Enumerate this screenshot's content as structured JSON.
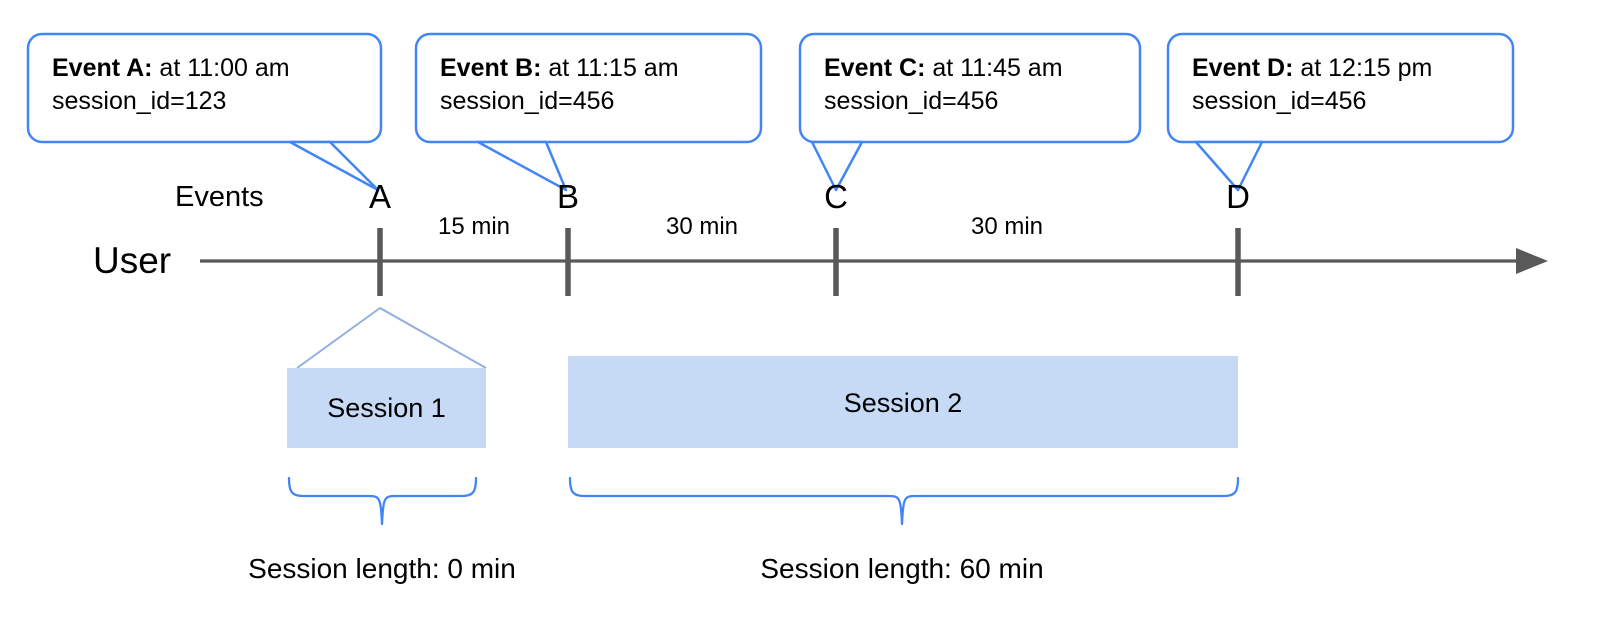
{
  "diagram": {
    "title_row": {
      "events_label": "Events",
      "user_label": "User"
    },
    "colors": {
      "callout_border": "#4285f4",
      "callout_fill": "#ffffff",
      "session_fill": "#c6d9f5",
      "session_edge": "#8fb0e0",
      "axis": "#595959",
      "tick": "#595959",
      "brace": "#4285f4",
      "text": "#000000"
    },
    "callouts": [
      {
        "id": "callout-event-a",
        "lead": "Event A:",
        "time_text": " at 11:00 am",
        "detail": "session_id=123"
      },
      {
        "id": "callout-event-b",
        "lead": "Event B:",
        "time_text": " at 11:15 am",
        "detail": "session_id=456"
      },
      {
        "id": "callout-event-c",
        "lead": "Event C:",
        "time_text": " at 11:45 am",
        "detail": "session_id=456"
      },
      {
        "id": "callout-event-d",
        "lead": "Event D:",
        "time_text": " at 12:15 pm",
        "detail": "session_id=456"
      }
    ],
    "events": [
      {
        "letter": "A",
        "time": "11:00 am",
        "session_id": "123"
      },
      {
        "letter": "B",
        "time": "11:15 am",
        "session_id": "456"
      },
      {
        "letter": "C",
        "time": "11:45 am",
        "session_id": "456"
      },
      {
        "letter": "D",
        "time": "12:15 pm",
        "session_id": "456"
      }
    ],
    "gaps": [
      {
        "from": "A",
        "to": "B",
        "label": "15 min"
      },
      {
        "from": "B",
        "to": "C",
        "label": "30 min"
      },
      {
        "from": "C",
        "to": "D",
        "label": "30 min"
      }
    ],
    "sessions": [
      {
        "name": "Session 1",
        "length_label": "Session length: 0 min"
      },
      {
        "name": "Session 2",
        "length_label": "Session length: 60 min"
      }
    ]
  }
}
